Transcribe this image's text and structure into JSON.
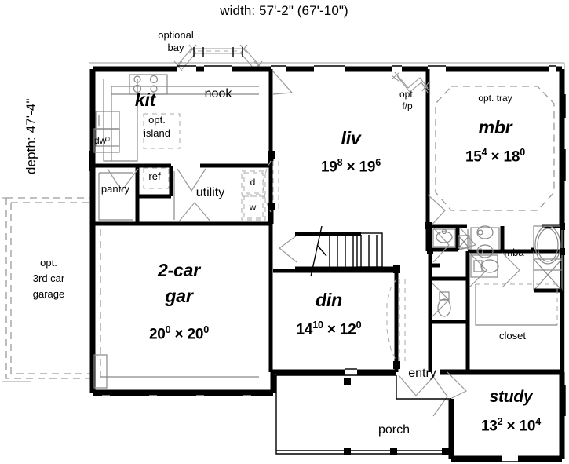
{
  "plan": {
    "width_label": "width: 57'-2\" (67'-10\")",
    "depth_label": "depth: 47'-4\"",
    "ink": "#000000",
    "ghost": "#9a9a9a"
  },
  "rooms": [
    {
      "id": "kit",
      "name": "kit",
      "dim_ft": "",
      "dim_in": ""
    },
    {
      "id": "nook",
      "name": "nook",
      "dim_ft": "",
      "dim_in": ""
    },
    {
      "id": "liv",
      "name": "liv",
      "w_ft": "19",
      "w_in": "8",
      "d_ft": "19",
      "d_in": "6"
    },
    {
      "id": "mbr",
      "name": "mbr",
      "w_ft": "15",
      "w_in": "4",
      "d_ft": "18",
      "d_in": "0"
    },
    {
      "id": "gar",
      "name_1": "2-car",
      "name_2": "gar",
      "w_ft": "20",
      "w_in": "0",
      "d_ft": "20",
      "d_in": "0"
    },
    {
      "id": "din",
      "name": "din",
      "w_ft": "14",
      "w_in": "10",
      "d_ft": "12",
      "d_in": "0"
    },
    {
      "id": "study",
      "name": "study",
      "w_ft": "13",
      "w_in": "2",
      "d_ft": "10",
      "d_in": "4"
    }
  ],
  "labels": {
    "optional_bay_l1": "optional",
    "optional_bay_l2": "bay",
    "opt_island_l1": "opt.",
    "opt_island_l2": "island",
    "opt_fp_l1": "opt.",
    "opt_fp_l2": "f/p",
    "opt_tray": "opt. tray",
    "opt_3rd_l1": "opt.",
    "opt_3rd_l2": "3rd car",
    "opt_3rd_l3": "garage",
    "dw": "dw",
    "ref": "ref",
    "pantry": "pantry",
    "utility": "utility",
    "dryer": "d",
    "washer": "w",
    "mba": "mba",
    "closet": "closet",
    "entry": "entry",
    "porch": "porch"
  },
  "times_symbol": "×"
}
